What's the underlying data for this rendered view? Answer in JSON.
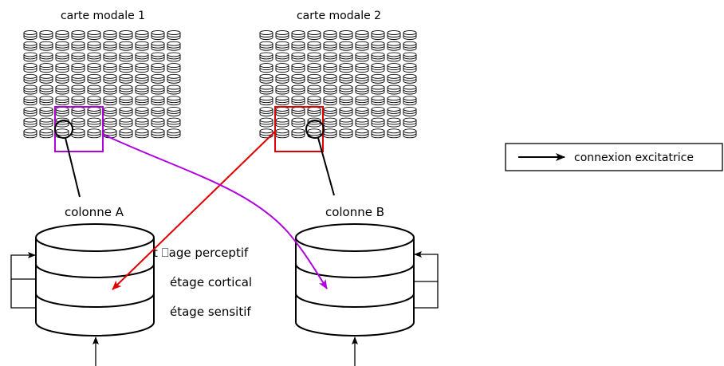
{
  "maps": [
    {
      "title": "carte modale 1",
      "rows": 10,
      "cols": 10,
      "highlight_color": "#b000e0"
    },
    {
      "title": "carte modale 2",
      "rows": 10,
      "cols": 10,
      "highlight_color": "#e00000"
    }
  ],
  "columns": [
    {
      "label": "colonne A"
    },
    {
      "label": "colonne B"
    }
  ],
  "layers": {
    "perceptif": "t ⎕age perceptif",
    "cortical": "étage cortical",
    "sensitif": "étage sensitif"
  },
  "legend": {
    "label": "connexion excitatrice"
  },
  "colors": {
    "red_link": "#e00000",
    "purple_link": "#b000e0",
    "stroke": "#000000"
  }
}
